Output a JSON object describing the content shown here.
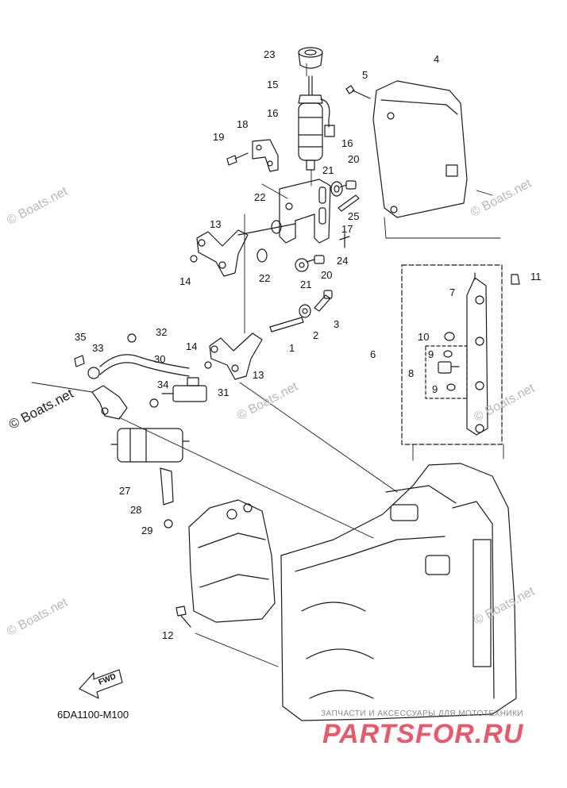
{
  "diagram": {
    "part_labels": [
      {
        "id": "l1",
        "text": "1"
      },
      {
        "id": "l2",
        "text": "2"
      },
      {
        "id": "l3",
        "text": "3"
      },
      {
        "id": "l4",
        "text": "4"
      },
      {
        "id": "l5",
        "text": "5"
      },
      {
        "id": "l6",
        "text": "6"
      },
      {
        "id": "l7",
        "text": "7"
      },
      {
        "id": "l8",
        "text": "8"
      },
      {
        "id": "l9a",
        "text": "9"
      },
      {
        "id": "l9b",
        "text": "9"
      },
      {
        "id": "l10",
        "text": "10"
      },
      {
        "id": "l11",
        "text": "11"
      },
      {
        "id": "l12",
        "text": "12"
      },
      {
        "id": "l13a",
        "text": "13"
      },
      {
        "id": "l13b",
        "text": "13"
      },
      {
        "id": "l14a",
        "text": "14"
      },
      {
        "id": "l14b",
        "text": "14"
      },
      {
        "id": "l15",
        "text": "15"
      },
      {
        "id": "l16a",
        "text": "16"
      },
      {
        "id": "l16b",
        "text": "16"
      },
      {
        "id": "l17",
        "text": "17"
      },
      {
        "id": "l18",
        "text": "18"
      },
      {
        "id": "l19",
        "text": "19"
      },
      {
        "id": "l20a",
        "text": "20"
      },
      {
        "id": "l20b",
        "text": "20"
      },
      {
        "id": "l21a",
        "text": "21"
      },
      {
        "id": "l21b",
        "text": "21"
      },
      {
        "id": "l22a",
        "text": "22"
      },
      {
        "id": "l22b",
        "text": "22"
      },
      {
        "id": "l23",
        "text": "23"
      },
      {
        "id": "l24",
        "text": "24"
      },
      {
        "id": "l25",
        "text": "25"
      },
      {
        "id": "l27",
        "text": "27"
      },
      {
        "id": "l28",
        "text": "28"
      },
      {
        "id": "l29",
        "text": "29"
      },
      {
        "id": "l30",
        "text": "30"
      },
      {
        "id": "l31",
        "text": "31"
      },
      {
        "id": "l32",
        "text": "32"
      },
      {
        "id": "l33",
        "text": "33"
      },
      {
        "id": "l34",
        "text": "34"
      },
      {
        "id": "l35",
        "text": "35"
      }
    ],
    "diagram_code": "6DA1100-M100",
    "fwd_label": "FWD"
  },
  "watermarks": {
    "boats_net": "© Boats.net",
    "brand_tagline": "ЗАПЧАСТИ И АКСЕССУАРЫ ДЛЯ МОТОТЕХНИКИ",
    "brand_name": "PARTSFOR.RU"
  },
  "colors": {
    "line": "#1a1a1a",
    "watermark": "#b8b8b8",
    "brand": "#e85a6b"
  }
}
